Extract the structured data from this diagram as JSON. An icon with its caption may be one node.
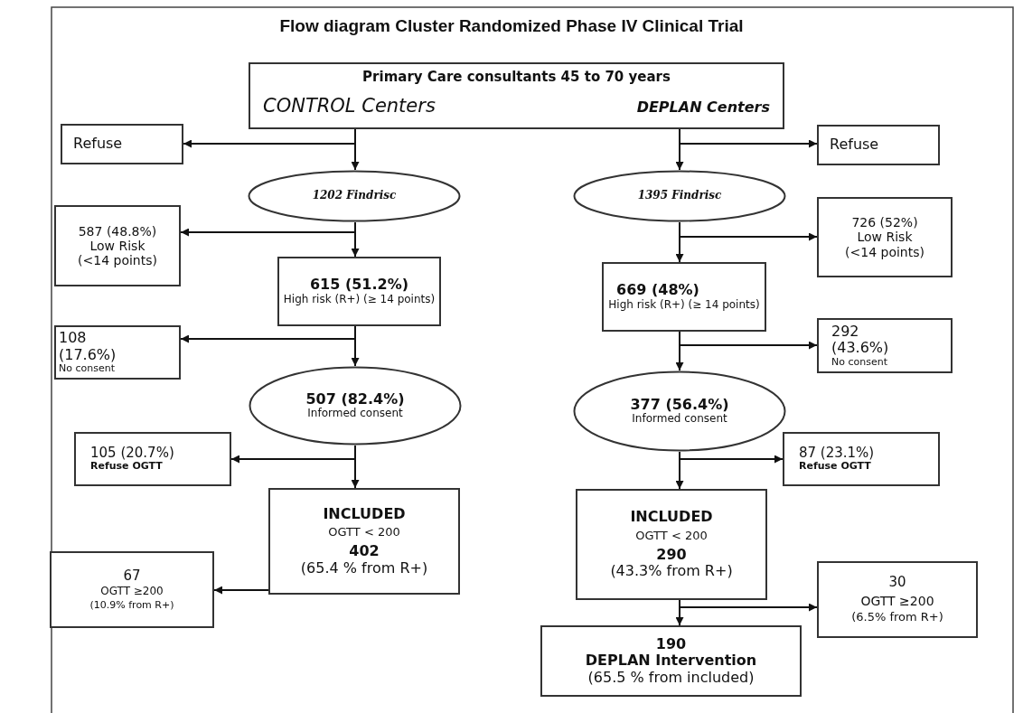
{
  "diagram": {
    "title": "Flow diagram Cluster Randomized Phase IV Clinical Trial",
    "nodes": [
      {
        "text": [
          "Primary Care consultants 45 to 70 years",
          "CONTROL Centers",
          "DEPLAN Centers"
        ]
      },
      {
        "text": [
          "Refuse"
        ]
      },
      {
        "text": [
          "Refuse"
        ]
      },
      {
        "text": [
          "1202 Findrisc"
        ]
      },
      {
        "text": [
          "1395 Findrisc"
        ]
      },
      {
        "text": [
          "587 (48.8%)",
          "Low Risk",
          "(<14 points)"
        ]
      },
      {
        "text": [
          "726 (52%)",
          "Low Risk",
          "(<14 points)"
        ]
      },
      {
        "text": [
          "615 (51.2%)",
          "High risk (R+) (≥ 14 points)"
        ]
      },
      {
        "text": [
          "669  (48%)",
          "High risk (R+) (≥ 14 points)"
        ]
      },
      {
        "text": [
          "108",
          "(17.6%)",
          "No consent"
        ]
      },
      {
        "text": [
          "292",
          "(43.6%)",
          "No consent"
        ]
      },
      {
        "text": [
          "507 (82.4%)",
          "Informed consent"
        ]
      },
      {
        "text": [
          "377 (56.4%)",
          "Informed consent"
        ]
      },
      {
        "text": [
          "105 (20.7%)",
          "Refuse OGTT"
        ]
      },
      {
        "text": [
          "87 (23.1%)",
          "Refuse OGTT"
        ]
      },
      {
        "text": [
          "INCLUDED",
          "OGTT < 200",
          "402",
          "(65.4 % from R+)"
        ]
      },
      {
        "text": [
          "INCLUDED",
          "OGTT < 200",
          "290",
          "(43.3% from R+)"
        ]
      },
      {
        "text": [
          "67",
          "OGTT ≥200",
          "(10.9% from R+)"
        ]
      },
      {
        "text": [
          "30",
          "OGTT ≥200",
          "(6.5% from R+)"
        ]
      },
      {
        "text": [
          "190",
          "DEPLAN Intervention",
          "(65.5 % from included)"
        ]
      }
    ],
    "edges": [
      {
        "from": 0,
        "to": 1,
        "arrow": "to"
      },
      {
        "from": 0,
        "to": 3,
        "arrow": "to"
      },
      {
        "from": 0,
        "to": 2,
        "arrow": "to"
      },
      {
        "from": 0,
        "to": 4,
        "arrow": "to"
      },
      {
        "from": 3,
        "to": 5,
        "arrow": "to"
      },
      {
        "from": 3,
        "to": 7,
        "arrow": "to"
      },
      {
        "from": 4,
        "to": 6,
        "arrow": "to"
      },
      {
        "from": 4,
        "to": 8,
        "arrow": "to"
      },
      {
        "from": 7,
        "to": 9,
        "arrow": "to"
      },
      {
        "from": 7,
        "to": 11,
        "arrow": "to"
      },
      {
        "from": 8,
        "to": 10,
        "arrow": "to"
      },
      {
        "from": 8,
        "to": 12,
        "arrow": "to"
      },
      {
        "from": 11,
        "to": 13,
        "arrow": "to"
      },
      {
        "from": 11,
        "to": 15,
        "arrow": "to"
      },
      {
        "from": 12,
        "to": 14,
        "arrow": "to"
      },
      {
        "from": 12,
        "to": 16,
        "arrow": "to"
      },
      {
        "from": 15,
        "to": 17,
        "arrow": "to"
      },
      {
        "from": 16,
        "to": 18,
        "arrow": "to"
      },
      {
        "from": 16,
        "to": 19,
        "arrow": "to"
      }
    ]
  }
}
